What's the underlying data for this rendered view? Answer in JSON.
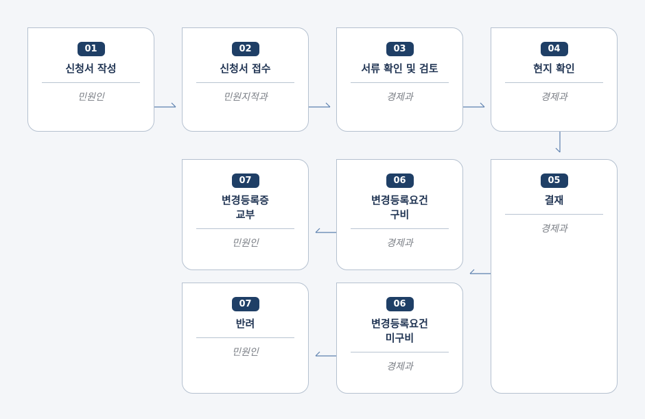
{
  "steps": [
    {
      "num": "01",
      "title": "신청서 작성",
      "dept": "민원인"
    },
    {
      "num": "02",
      "title": "신청서 접수",
      "dept": "민원지적과"
    },
    {
      "num": "03",
      "title": "서류 확인 및 검토",
      "dept": "경제과"
    },
    {
      "num": "04",
      "title": "현지 확인",
      "dept": "경제과"
    },
    {
      "num": "05",
      "title": "결재",
      "dept": "경제과"
    },
    {
      "num": "06",
      "title": "변경등록요건\n구비",
      "dept": "경제과"
    },
    {
      "num": "07",
      "title": "변경등록증\n교부",
      "dept": "민원인"
    },
    {
      "num": "06",
      "title": "변경등록요건\n미구비",
      "dept": "경제과"
    },
    {
      "num": "07",
      "title": "반려",
      "dept": "민원인"
    }
  ],
  "colors": {
    "badge": "#1f3f66",
    "title": "#1f3352",
    "border": "#b4c0cf",
    "arrow": "#5b7fae",
    "background": "#f4f6f9"
  }
}
